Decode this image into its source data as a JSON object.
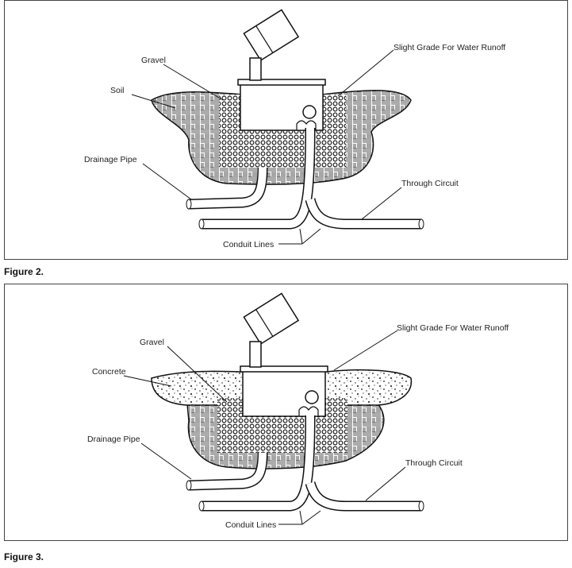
{
  "figures": [
    {
      "caption": "Figure 2.",
      "labels": {
        "gravel": "Gravel",
        "soil": "Soil",
        "grade": "Slight Grade For Water Runoff",
        "drainage": "Drainage Pipe",
        "through": "Through Circuit",
        "conduit": "Conduit Lines"
      }
    },
    {
      "caption": "Figure 3.",
      "labels": {
        "gravel": "Gravel",
        "concrete": "Concrete",
        "grade": "Slight Grade For Water Runoff",
        "drainage": "Drainage Pipe",
        "through": "Through Circuit",
        "conduit": "Conduit Lines"
      }
    }
  ]
}
